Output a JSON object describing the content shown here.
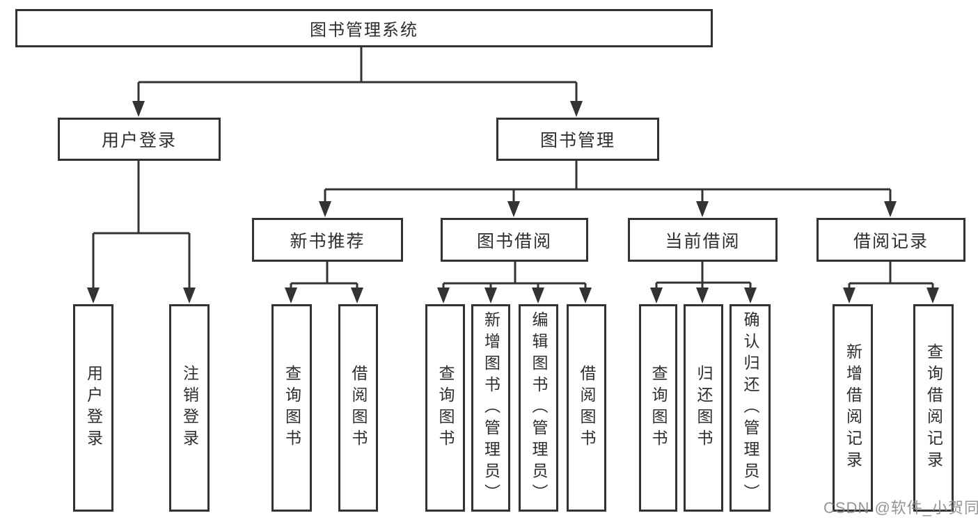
{
  "diagram_title": "图书管理系统",
  "nodes": {
    "root": "图书管理系统",
    "user_login": "用户登录",
    "book_mgmt": "图书管理",
    "new_book": "新书推荐",
    "book_borrow": "图书借阅",
    "current_borrow": "当前借阅",
    "borrow_record": "借阅记录",
    "ul_login": "用户登录",
    "ul_logout": "注销登录",
    "nb_query": "查询图书",
    "nb_borrow": "借阅图书",
    "bb_query": "查询图书",
    "bb_add": "新增图书（管理员）",
    "bb_edit": "编辑图书（管理员）",
    "bb_borrow": "借阅图书",
    "cb_query": "查询图书",
    "cb_return": "归还图书",
    "cb_confirm": "确认归还（管理员）",
    "br_add": "新增借阅记录",
    "br_query": "查询借阅记录"
  },
  "watermark": "CSDN @软件_小贺同学",
  "colors": {
    "line": "#333333",
    "text": "#2e2e2e",
    "watermark": "#828282"
  }
}
